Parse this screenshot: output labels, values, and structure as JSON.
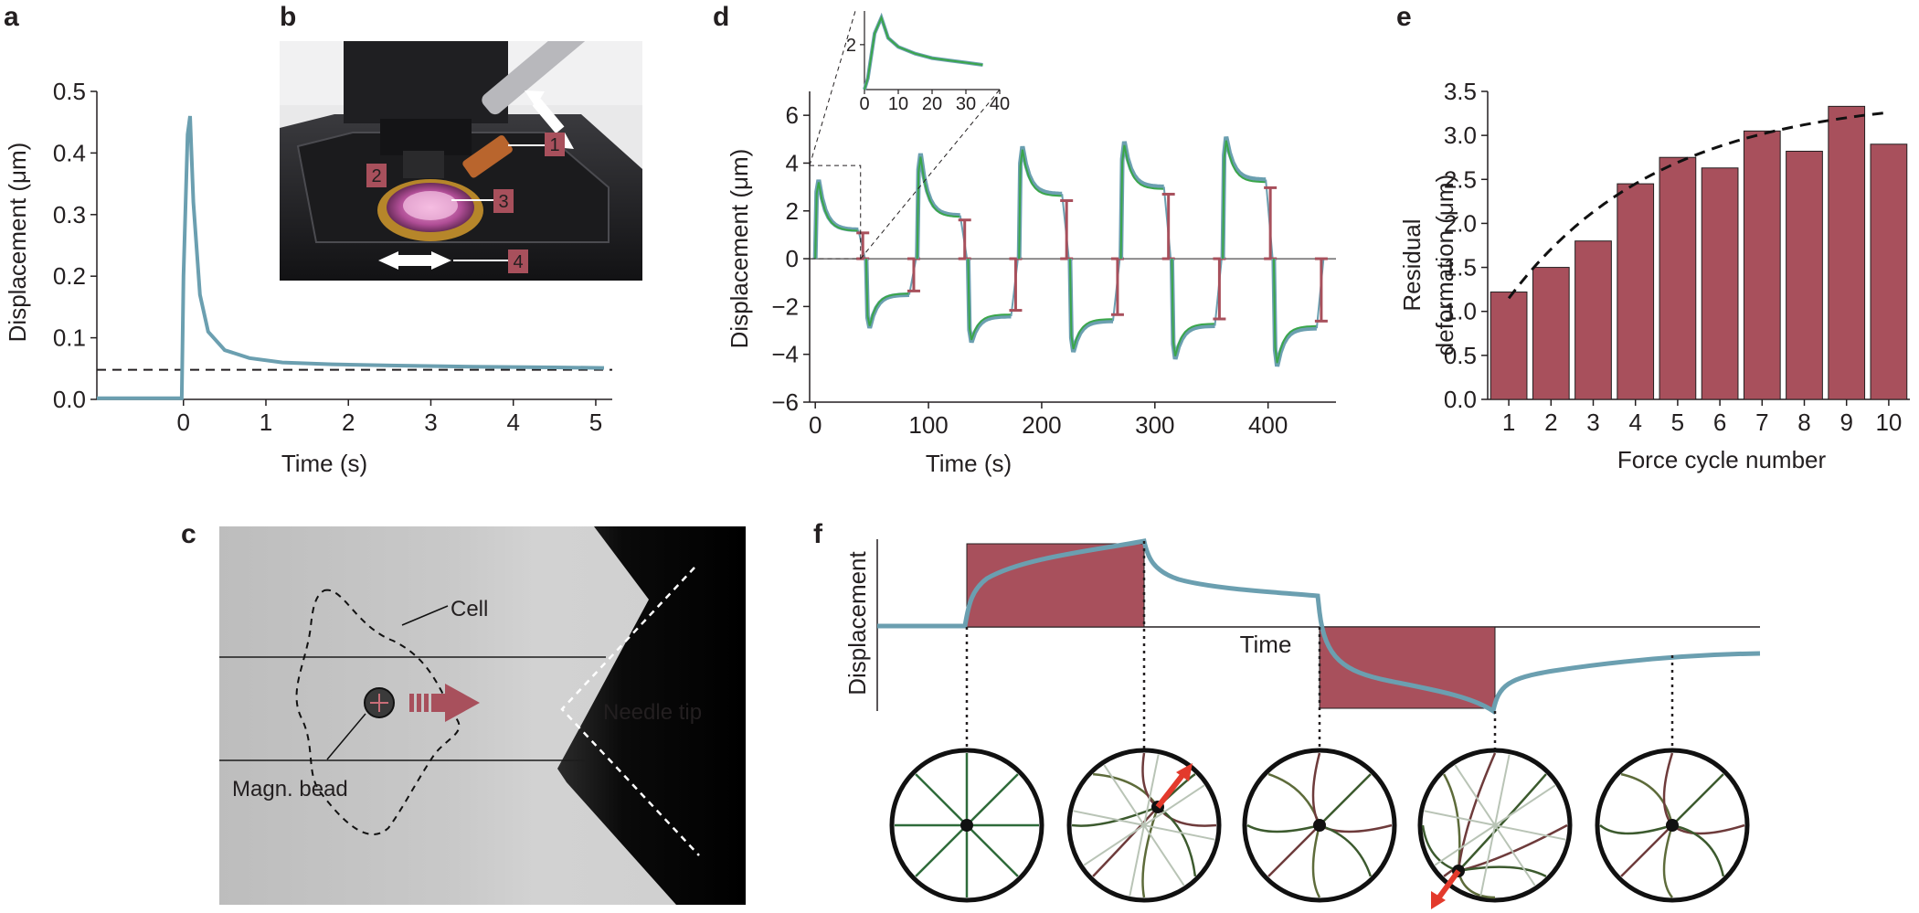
{
  "panel_labels": {
    "a": "a",
    "b": "b",
    "c": "c",
    "d": "d",
    "e": "e",
    "f": "f"
  },
  "colors": {
    "trace": "#6b9fb0",
    "fit": "#3aa64a",
    "bar": "#a8505c",
    "axis": "#231f20",
    "needle": "#0a0a0a"
  },
  "chart_data": [
    {
      "id": "a",
      "type": "line",
      "xlabel": "Time (s)",
      "ylabel": "Displacement (μm)",
      "xlim": [
        -1.05,
        5.2
      ],
      "ylim": [
        0,
        0.5
      ],
      "xticks": [
        "0",
        "1",
        "2",
        "3",
        "4",
        "5"
      ],
      "yticks": [
        "0.0",
        "0.1",
        "0.2",
        "0.3",
        "0.4",
        "0.5"
      ],
      "series": [
        {
          "x": [
            -1.05,
            -0.5,
            -0.02,
            0.0,
            0.05,
            0.08,
            0.12,
            0.2,
            0.3,
            0.5,
            0.8,
            1.2,
            1.8,
            2.5,
            3.5,
            4.5,
            5.1
          ],
          "y": [
            0.002,
            0.002,
            0.002,
            0.2,
            0.43,
            0.46,
            0.32,
            0.17,
            0.11,
            0.08,
            0.067,
            0.06,
            0.057,
            0.055,
            0.053,
            0.052,
            0.051
          ]
        }
      ],
      "reference_line_y": 0.048
    },
    {
      "id": "d",
      "type": "line",
      "xlabel": "Time (s)",
      "ylabel": "Displacement (μm)",
      "xlim": [
        -5,
        460
      ],
      "ylim": [
        -6,
        7
      ],
      "xticks": [
        0,
        100,
        200,
        300,
        400
      ],
      "yticks": [
        "6",
        "4",
        "2",
        "0",
        "−2",
        "−4",
        "−6"
      ],
      "cycles": [
        {
          "start": 0,
          "peak": 3.3,
          "plateau": 1.2,
          "sign": 1
        },
        {
          "start": 45,
          "peak": -2.9,
          "plateau": -1.5,
          "sign": -1
        },
        {
          "start": 90,
          "peak": 4.4,
          "plateau": 1.8,
          "sign": 1
        },
        {
          "start": 135,
          "peak": -3.5,
          "plateau": -2.4,
          "sign": -1
        },
        {
          "start": 180,
          "peak": 4.7,
          "plateau": 2.7,
          "sign": 1
        },
        {
          "start": 225,
          "peak": -3.9,
          "plateau": -2.6,
          "sign": -1
        },
        {
          "start": 270,
          "peak": 4.9,
          "plateau": 3.0,
          "sign": 1
        },
        {
          "start": 315,
          "peak": -4.2,
          "plateau": -2.8,
          "sign": -1
        },
        {
          "start": 360,
          "peak": 5.1,
          "plateau": 3.3,
          "sign": 1
        },
        {
          "start": 405,
          "peak": -4.5,
          "plateau": -2.9,
          "sign": -1
        }
      ],
      "inset": {
        "xticks": [
          "0",
          "10",
          "20",
          "30",
          "40"
        ],
        "yticks": [
          "2"
        ],
        "xlim": [
          0,
          40
        ],
        "ylim": [
          0,
          3.5
        ]
      }
    },
    {
      "id": "e",
      "type": "bar",
      "xlabel": "Force cycle number",
      "ylabel_line1": "Residual",
      "ylabel_line2": "deformation (μm)",
      "categories": [
        "1",
        "2",
        "3",
        "4",
        "5",
        "6",
        "7",
        "8",
        "9",
        "10"
      ],
      "values": [
        1.22,
        1.5,
        1.8,
        2.45,
        2.75,
        2.63,
        3.05,
        2.82,
        3.33,
        2.9
      ],
      "ylim": [
        0,
        3.5
      ],
      "yticks": [
        "0.0",
        "0.5",
        "1.0",
        "1.5",
        "2.0",
        "2.5",
        "3.0",
        "3.5"
      ],
      "trend_dashed": true
    }
  ],
  "photo_b": {
    "labels": [
      "1",
      "2",
      "3",
      "4"
    ]
  },
  "photo_c": {
    "cell_label": "Cell",
    "bead_label": "Magn. bead",
    "needle_label": "Needle tip"
  },
  "schematic_f": {
    "ylabel": "Displacement",
    "xlabel": "Time"
  }
}
